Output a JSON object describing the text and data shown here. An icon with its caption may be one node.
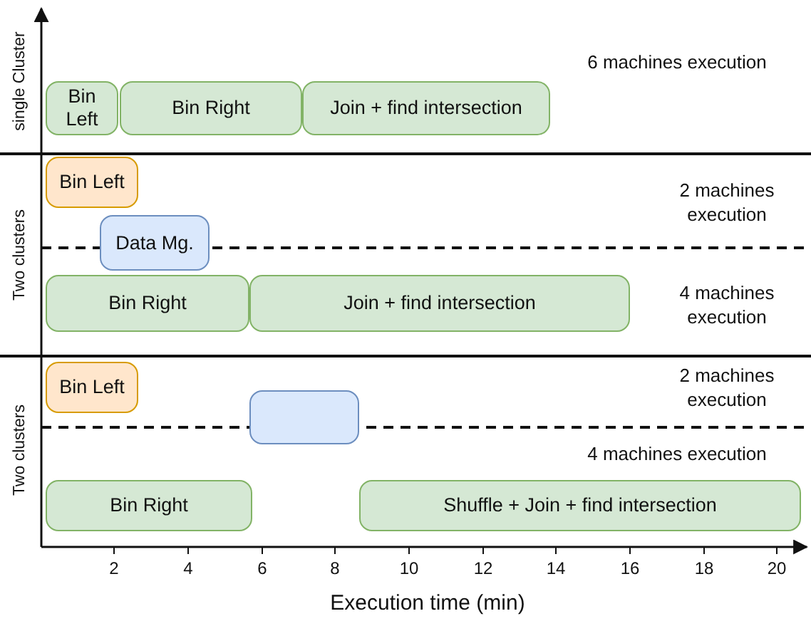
{
  "diagram": {
    "nodes": [
      {
        "text": [
          "Bin Left"
        ]
      },
      {
        "text": [
          "Bin Right"
        ]
      },
      {
        "text": [
          "Join + find intersection"
        ]
      },
      {
        "text": [
          "Bin Left"
        ]
      },
      {
        "text": [
          "Data Mg."
        ]
      },
      {
        "text": [
          "Bin Right"
        ]
      },
      {
        "text": [
          "Join + find intersection"
        ]
      },
      {
        "text": [
          "Bin Left"
        ]
      },
      {
        "text": [],
        "shape": "box"
      },
      {
        "text": [
          "Bin Right"
        ]
      },
      {
        "text": [
          "Shuffle + Join + find intersection"
        ]
      }
    ],
    "labels": [
      "6 machines execution",
      "single Cluster",
      "2 machines execution",
      "Two clusters",
      "4 machines execution",
      "2 machines execution",
      "Two clusters",
      "4 machines execution",
      "2",
      "4",
      "6",
      "8",
      "10",
      "12",
      "14",
      "16",
      "18",
      "20",
      "Execution time (min)"
    ]
  }
}
